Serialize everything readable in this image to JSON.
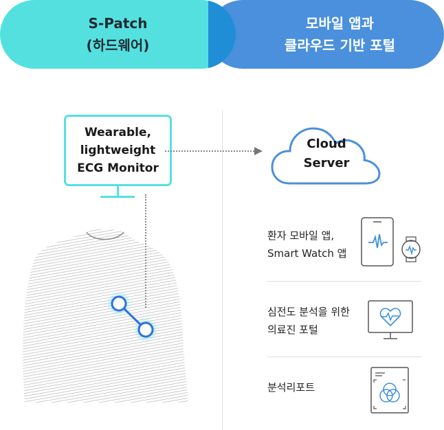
{
  "header": {
    "left_line1": "S-Patch",
    "left_line2": "(하드웨어)",
    "right_line1": "모바일 앱과",
    "right_line2": "클라우드 기반 포털"
  },
  "monitor": {
    "line1": "Wearable,",
    "line2": "lightweight",
    "line3": "ECG Monitor"
  },
  "cloud": {
    "line1": "Cloud",
    "line2": "Server"
  },
  "features": [
    {
      "line1": "환자 모바일 앱,",
      "line2": "Smart Watch 앱",
      "icon": "phone-watch-icon"
    },
    {
      "line1": "심전도 분석을 위한",
      "line2": "의료진 포털",
      "icon": "monitor-heart-icon"
    },
    {
      "line1": "분석리포트",
      "line2": "",
      "icon": "report-icon"
    }
  ],
  "colors": {
    "cyan": "#55e0e0",
    "blue": "#4a90dc",
    "overlap": "#1f8ed6",
    "icon_blue": "#3b8fdc"
  }
}
